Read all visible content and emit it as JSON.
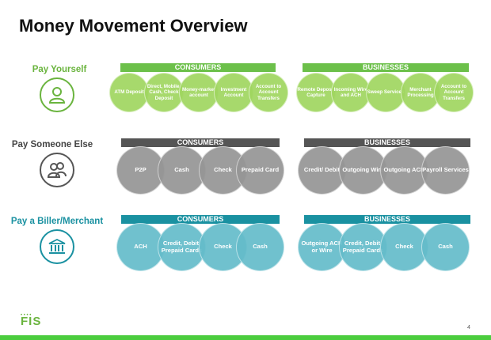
{
  "title": "Money Movement Overview",
  "colors": {
    "green_accent": "#6ab43e",
    "green_header": "#6cc04a",
    "green_circle": "#a0d660",
    "gray_header": "#555555",
    "gray_circle": "#969696",
    "teal_header": "#1a91a1",
    "teal_circle": "#64bcca",
    "footer_bar": "#4bcd3e"
  },
  "rows": [
    {
      "label": "Pay Yourself",
      "icon": "person-icon",
      "consumers": {
        "header": "CONSUMERS",
        "items": [
          "ATM Deposit",
          "Direct, Mobile, Cash, Check Deposit",
          "Money-market account",
          "Investment Account",
          "Account to Account Transfers"
        ]
      },
      "businesses": {
        "header": "BUSINESSES",
        "items": [
          "Remote Deposit Capture",
          "Incoming Wire and ACH",
          "Sweep Services",
          "Merchant Processing",
          "Account to Account Transfers"
        ]
      }
    },
    {
      "label": "Pay Someone Else",
      "icon": "people-icon",
      "consumers": {
        "header": "CONSUMERS",
        "items": [
          "P2P",
          "Cash",
          "Check",
          "Prepaid Card"
        ]
      },
      "businesses": {
        "header": "BUSINESSES",
        "items": [
          "Credit/ Debit",
          "Outgoing Wire",
          "Outgoing ACH",
          "Payroll Services"
        ]
      }
    },
    {
      "label": "Pay a Biller/Merchant",
      "icon": "bank-icon",
      "consumers": {
        "header": "CONSUMERS",
        "items": [
          "ACH",
          "Credit, Debit, Prepaid Cards",
          "Check",
          "Cash"
        ]
      },
      "businesses": {
        "header": "BUSINESSES",
        "items": [
          "Outgoing ACH or Wire",
          "Credit, Debit, Prepaid Cards",
          "Check",
          "Cash"
        ]
      }
    }
  ],
  "footer": {
    "logo": "FIS",
    "page_number": "4"
  }
}
